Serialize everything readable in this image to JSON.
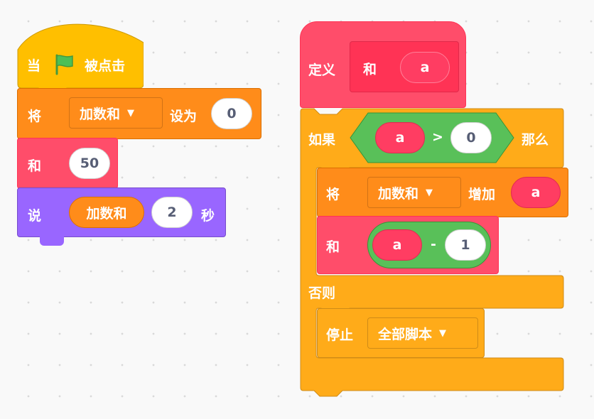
{
  "script1": {
    "hat": {
      "when": "当",
      "clicked": "被点击"
    },
    "set_var": {
      "set": "将",
      "var": "加数和",
      "to": "设为",
      "value": "0"
    },
    "call_sum": {
      "name": "和",
      "arg": "50"
    },
    "say": {
      "say": "说",
      "var": "加数和",
      "value": "2",
      "unit": "秒"
    }
  },
  "script2": {
    "define": {
      "define": "定义",
      "name": "和",
      "param": "a"
    },
    "if": {
      "if": "如果",
      "left": "a",
      "op": ">",
      "right": "0",
      "then": "那么"
    },
    "change": {
      "change": "将",
      "var": "加数和",
      "by": "增加",
      "value": "a"
    },
    "recurse": {
      "name": "和",
      "left": "a",
      "op": "-",
      "right": "1"
    },
    "else": "否则",
    "stop": {
      "stop": "停止",
      "option": "全部脚本"
    }
  },
  "colors": {
    "events": "#ffbf00",
    "variables": "#ff8c1a",
    "my_blocks": "#ff4d6a",
    "looks": "#9966ff",
    "control": "#ffab19",
    "operators": "#59c059"
  }
}
